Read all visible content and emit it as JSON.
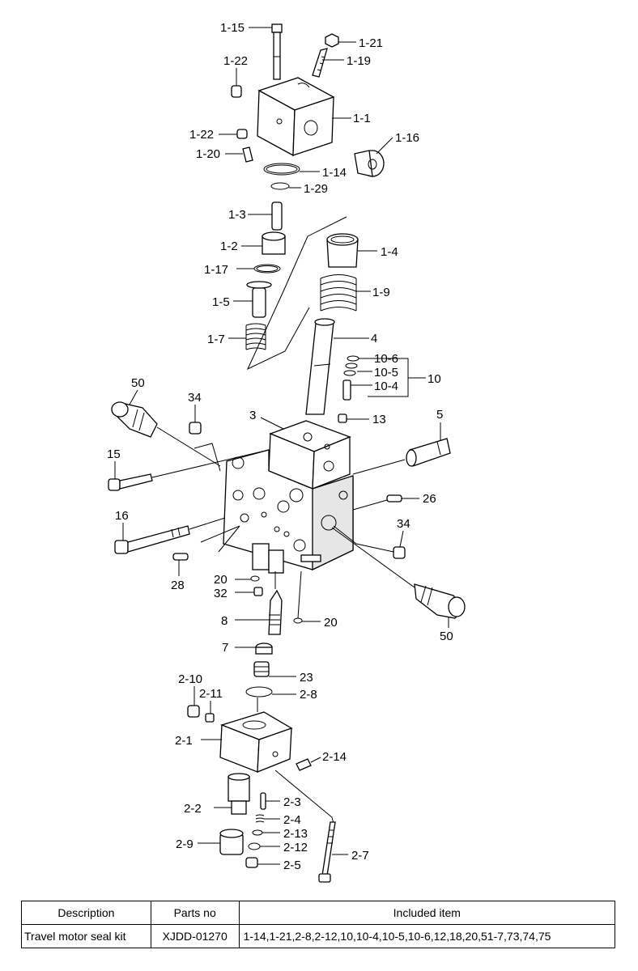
{
  "diagram": {
    "callouts": [
      {
        "id": "c1-15",
        "text": "1-15"
      },
      {
        "id": "c1-21",
        "text": "1-21"
      },
      {
        "id": "c1-22a",
        "text": "1-22"
      },
      {
        "id": "c1-19",
        "text": "1-19"
      },
      {
        "id": "c1-1",
        "text": "1-1"
      },
      {
        "id": "c1-22b",
        "text": "1-22"
      },
      {
        "id": "c1-16",
        "text": "1-16"
      },
      {
        "id": "c1-20",
        "text": "1-20"
      },
      {
        "id": "c1-14",
        "text": "1-14"
      },
      {
        "id": "c1-29",
        "text": "1-29"
      },
      {
        "id": "c1-3",
        "text": "1-3"
      },
      {
        "id": "c1-2",
        "text": "1-2"
      },
      {
        "id": "c1-4",
        "text": "1-4"
      },
      {
        "id": "c1-17",
        "text": "1-17"
      },
      {
        "id": "c1-9",
        "text": "1-9"
      },
      {
        "id": "c1-5",
        "text": "1-5"
      },
      {
        "id": "c1-7",
        "text": "1-7"
      },
      {
        "id": "c4",
        "text": "4"
      },
      {
        "id": "c10-6",
        "text": "10-6"
      },
      {
        "id": "c10-5",
        "text": "10-5"
      },
      {
        "id": "c10",
        "text": "10"
      },
      {
        "id": "c10-4",
        "text": "10-4"
      },
      {
        "id": "c50a",
        "text": "50"
      },
      {
        "id": "c34a",
        "text": "34"
      },
      {
        "id": "c3",
        "text": "3"
      },
      {
        "id": "c13",
        "text": "13"
      },
      {
        "id": "c5",
        "text": "5"
      },
      {
        "id": "c15",
        "text": "15"
      },
      {
        "id": "c26",
        "text": "26"
      },
      {
        "id": "c16",
        "text": "16"
      },
      {
        "id": "c34b",
        "text": "34"
      },
      {
        "id": "c28",
        "text": "28"
      },
      {
        "id": "c20a",
        "text": "20"
      },
      {
        "id": "c32",
        "text": "32"
      },
      {
        "id": "c8",
        "text": "8"
      },
      {
        "id": "c20b",
        "text": "20"
      },
      {
        "id": "c50b",
        "text": "50"
      },
      {
        "id": "c7",
        "text": "7"
      },
      {
        "id": "c23",
        "text": "23"
      },
      {
        "id": "c2-10",
        "text": "2-10"
      },
      {
        "id": "c2-8",
        "text": "2-8"
      },
      {
        "id": "c2-11",
        "text": "2-11"
      },
      {
        "id": "c2-1",
        "text": "2-1"
      },
      {
        "id": "c2-14",
        "text": "2-14"
      },
      {
        "id": "c2-3",
        "text": "2-3"
      },
      {
        "id": "c2-2",
        "text": "2-2"
      },
      {
        "id": "c2-4",
        "text": "2-4"
      },
      {
        "id": "c2-13",
        "text": "2-13"
      },
      {
        "id": "c2-9",
        "text": "2-9"
      },
      {
        "id": "c2-12",
        "text": "2-12"
      },
      {
        "id": "c2-7",
        "text": "2-7"
      },
      {
        "id": "c2-5",
        "text": "2-5"
      }
    ]
  },
  "table": {
    "headers": [
      "Description",
      "Parts no",
      "Included item"
    ],
    "rows": [
      [
        "Travel motor seal kit",
        "XJDD-01270",
        "1-14,1-21,2-8,2-12,10,10-4,10-5,10-6,12,18,20,51-7,73,74,75"
      ]
    ]
  }
}
